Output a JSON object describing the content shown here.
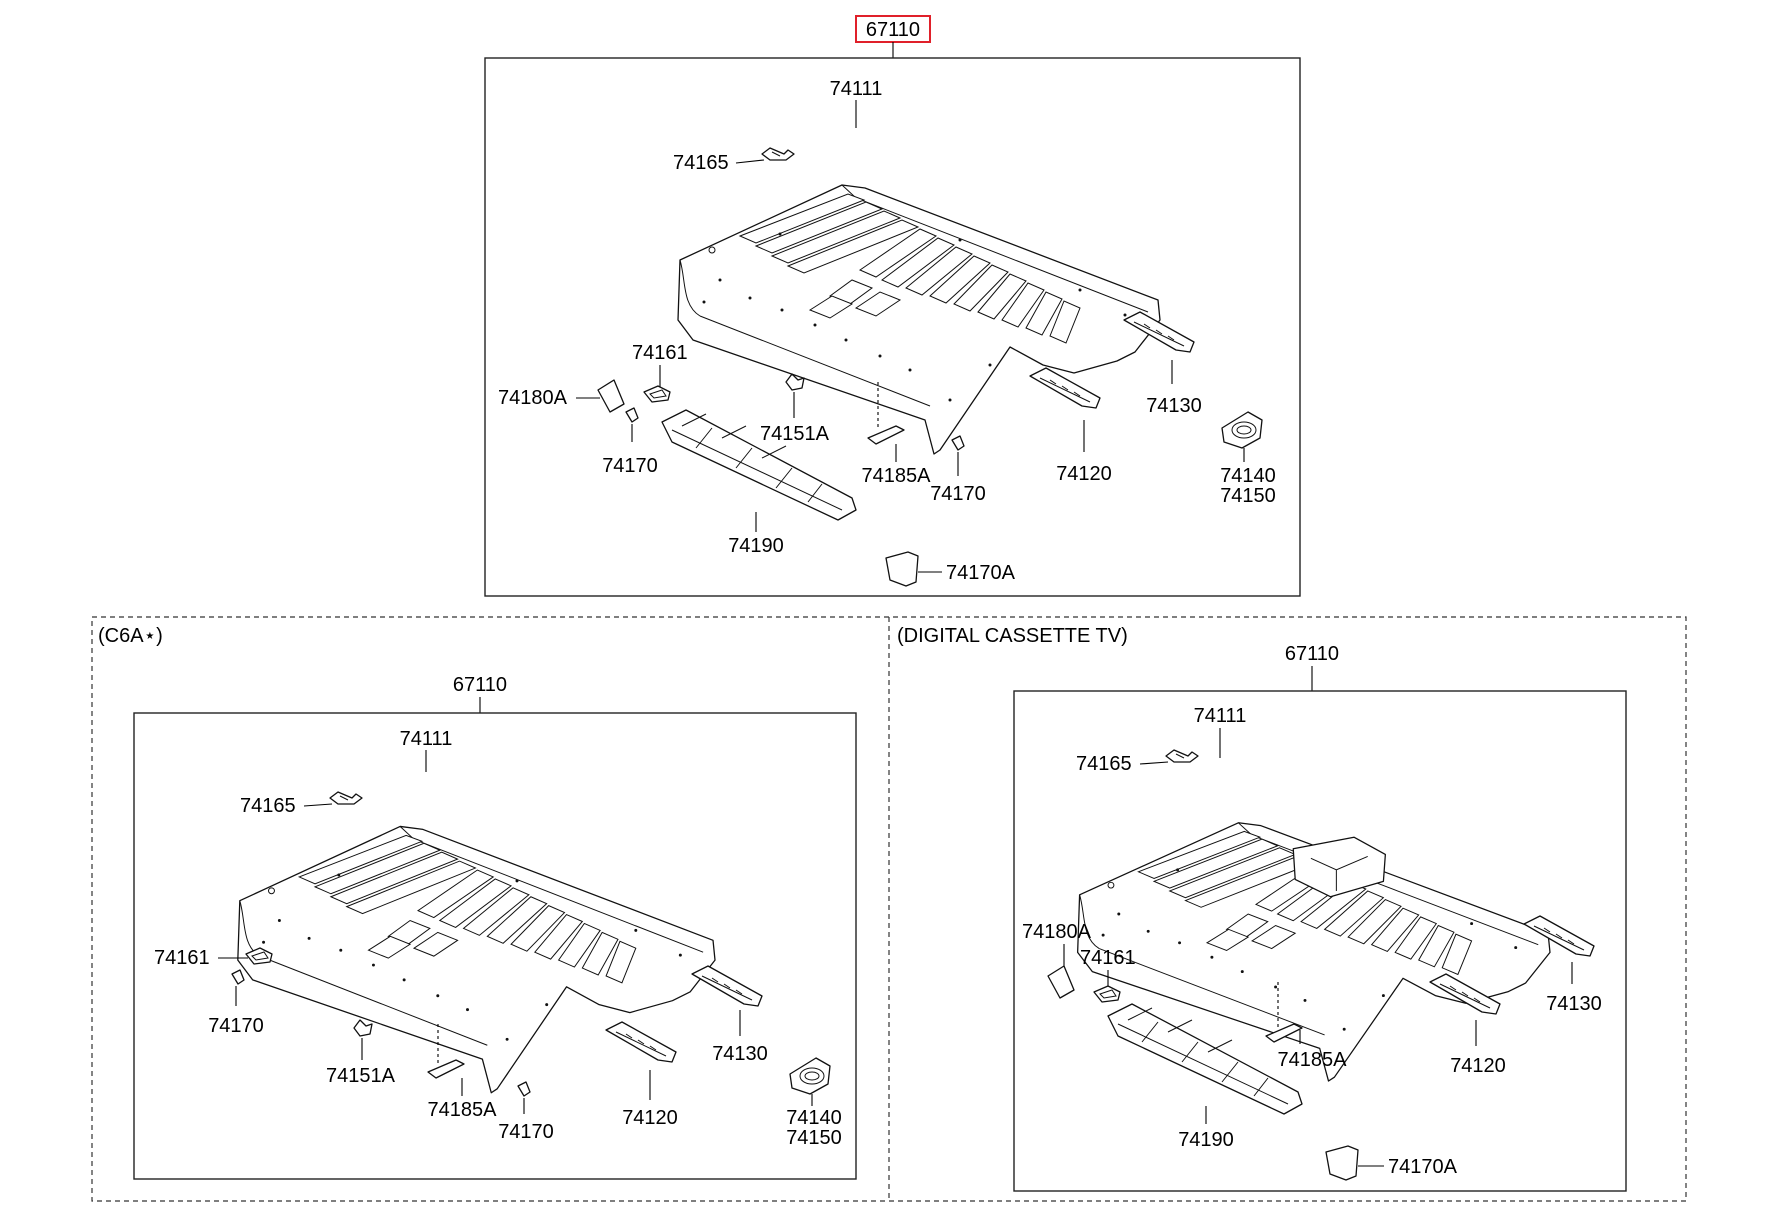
{
  "assembly_label": "67110",
  "variants": [
    {
      "caption": "(C6A⋆)",
      "assembly_label": "67110"
    },
    {
      "caption": "(DIGITAL CASSETTE TV)",
      "assembly_label": "67110"
    }
  ],
  "parts": {
    "roof_panel": "74111",
    "bracket_front": "74165",
    "bracket_clip": "74161",
    "pad_left": "74180A",
    "bracket_pad": "74151A",
    "spacer": "74170",
    "rail_mid": "74185A",
    "rail_front": "74120",
    "rail_rear": "74130",
    "cap_upper": "74140",
    "cap_lower": "74150",
    "reinforcement": "74190",
    "plate": "74170A"
  },
  "colors": {
    "highlight": "#e0202a",
    "line": "#111111"
  }
}
